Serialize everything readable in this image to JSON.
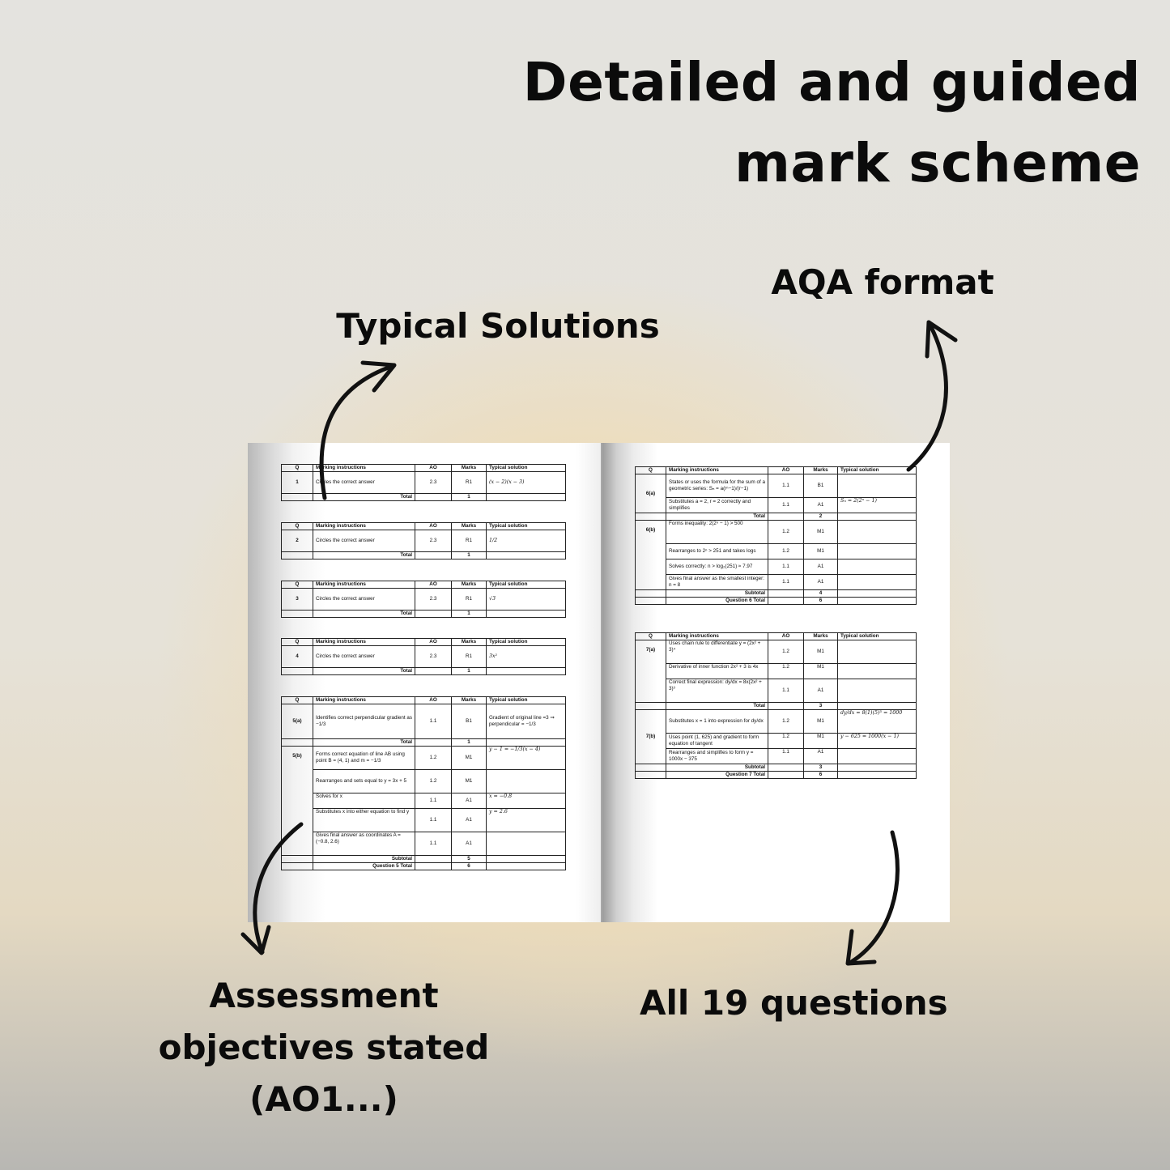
{
  "headline": {
    "line1": "Detailed and guided",
    "line2": "mark scheme"
  },
  "callouts": {
    "typical": "Typical Solutions",
    "aqa": "AQA format",
    "assess": "Assessment objectives stated (AO1...)",
    "all": "All 19 questions"
  },
  "header": {
    "q": "Q",
    "mi": "Marking instructions",
    "ao": "AO",
    "marks": "Marks",
    "ts": "Typical solution"
  },
  "labels": {
    "total": "Total",
    "subtotal": "Subtotal"
  },
  "left": {
    "q1": {
      "q": "1",
      "mi": "Circles the correct answer",
      "ao": "2.3",
      "mk": "R1",
      "ts": "(x − 2)(x − 3)",
      "total": "1"
    },
    "q2": {
      "q": "2",
      "mi": "Circles the correct answer",
      "ao": "2.3",
      "mk": "R1",
      "ts": "1/2",
      "total": "1"
    },
    "q3": {
      "q": "3",
      "mi": "Circles the correct answer",
      "ao": "2.3",
      "mk": "R1",
      "ts": "√3",
      "total": "1"
    },
    "q4": {
      "q": "4",
      "mi": "Circles the correct answer",
      "ao": "2.3",
      "mk": "R1",
      "ts": "3x²",
      "total": "1"
    },
    "q5": {
      "a_q": "5(a)",
      "a_mi": "Identifies correct perpendicular gradient as −1/3",
      "a_ao": "1.1",
      "a_mk": "B1",
      "a_ts": "Gradient of original line =3 ⇒ perpendicular = −1/3",
      "a_total": "1",
      "b_q": "5(b)",
      "rows": [
        {
          "mi": "Forms correct equation of line AB using point B = (4, 1) and m = −1/3",
          "ao": "1.2",
          "mk": "M1",
          "ts": "y − 1 = −1/3(x − 4)"
        },
        {
          "mi": "Rearranges and sets equal to y = 3x + 5",
          "ao": "1.2",
          "mk": "M1",
          "ts": ""
        },
        {
          "mi": "Solves for x",
          "ao": "1.1",
          "mk": "A1",
          "ts": "x = −0.8"
        },
        {
          "mi": "Substitutes x into either equation to find y",
          "ao": "1.1",
          "mk": "A1",
          "ts": "y = 2.6"
        },
        {
          "mi": "Gives final answer as coordinates A = (−0.8, 2.6)",
          "ao": "1.1",
          "mk": "A1",
          "ts": ""
        }
      ],
      "subtotal": "5",
      "q_total_label": "Question 5 Total",
      "q_total": "6"
    }
  },
  "right": {
    "q6": {
      "a_q": "6(a)",
      "a_rows": [
        {
          "mi": "States or uses the formula for the sum of a geometric series: Sₙ = a(rⁿ−1)/(r−1)",
          "ao": "1.1",
          "mk": "B1",
          "ts": ""
        },
        {
          "mi": "Substitutes a = 2, r = 2 correctly and simplifies",
          "ao": "1.1",
          "mk": "A1",
          "ts": "Sₙ = 2(2ⁿ − 1)"
        }
      ],
      "a_total": "2",
      "b_q": "6(b)",
      "b_rows": [
        {
          "mi": "Forms inequality: 2(2ⁿ − 1) > 500",
          "ao": "1.2",
          "mk": "M1",
          "ts": ""
        },
        {
          "mi": "Rearranges to 2ⁿ > 251 and takes logs",
          "ao": "1.2",
          "mk": "M1",
          "ts": ""
        },
        {
          "mi": "Solves correctly: n > log₂(251) ≈ 7.97",
          "ao": "1.1",
          "mk": "A1",
          "ts": ""
        },
        {
          "mi": "Gives final answer as the smallest integer: n = 8",
          "ao": "1.1",
          "mk": "A1",
          "ts": ""
        }
      ],
      "subtotal": "4",
      "q_total_label": "Question 6 Total",
      "q_total": "6"
    },
    "q7": {
      "a_q": "7(a)",
      "a_rows": [
        {
          "mi": "Uses chain rule to differentiate y = (2x² + 3)⁴",
          "ao": "1.2",
          "mk": "M1",
          "ts": ""
        },
        {
          "mi": "Derivative of inner function 2x² + 3 is 4x",
          "ao": "1.2",
          "mk": "M1",
          "ts": ""
        },
        {
          "mi": "Correct final expression: dy/dx = 8x(2x² + 3)³",
          "ao": "1.1",
          "mk": "A1",
          "ts": ""
        }
      ],
      "a_total": "3",
      "b_q": "7(b)",
      "b_rows": [
        {
          "mi": "Substitutes x = 1 into expression for dy/dx",
          "ao": "1.2",
          "mk": "M1",
          "ts": "dy/dx = 8(1)(5)³ = 1000"
        },
        {
          "mi": "Uses point (1, 625) and gradient to form equation of tangent",
          "ao": "1.2",
          "mk": "M1",
          "ts": "y − 625 = 1000(x − 1)"
        },
        {
          "mi": "Rearranges and simplifies to form y = 1000x − 375",
          "ao": "1.1",
          "mk": "A1",
          "ts": ""
        }
      ],
      "subtotal": "3",
      "q_total_label": "Question 7 Total",
      "q_total": "6"
    }
  }
}
